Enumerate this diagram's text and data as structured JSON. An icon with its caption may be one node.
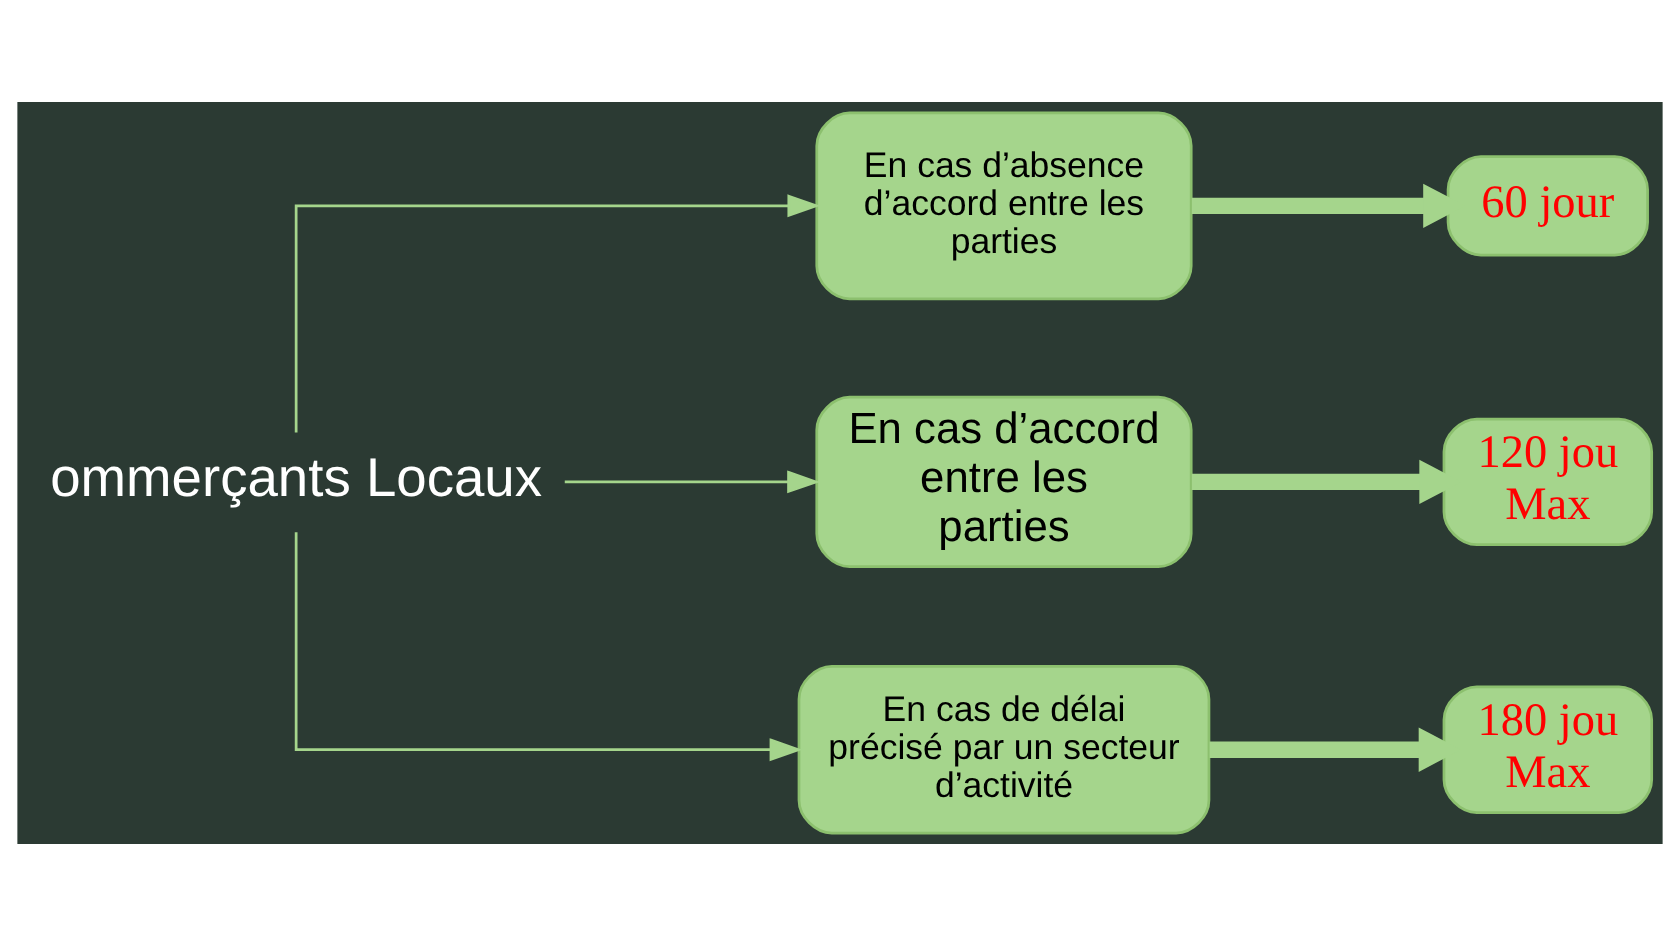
{
  "diagram": {
    "nodes": [
      {
        "text": [
          "ommerçants Locaux"
        ]
      },
      {
        "text": [
          "En cas d’absence d’accord entre les parties"
        ]
      },
      {
        "text": [
          "En cas d’accord entre les parties"
        ]
      },
      {
        "text": [
          "En cas de délai précisé par un secteur d’activité"
        ]
      },
      {
        "text": [
          "60 jour"
        ]
      },
      {
        "text": [
          "120 jou Max"
        ]
      },
      {
        "text": [
          "180 jou Max"
        ]
      }
    ],
    "edges": [
      {
        "from": 0,
        "to": 1,
        "arrow": "to"
      },
      {
        "from": 0,
        "to": 2,
        "arrow": "to"
      },
      {
        "from": 0,
        "to": 3,
        "arrow": "to"
      },
      {
        "from": 1,
        "to": 4,
        "arrow": "to",
        "style": "thick"
      },
      {
        "from": 2,
        "to": 5,
        "arrow": "to",
        "style": "thick"
      },
      {
        "from": 3,
        "to": 6,
        "arrow": "to",
        "style": "thick"
      }
    ]
  }
}
